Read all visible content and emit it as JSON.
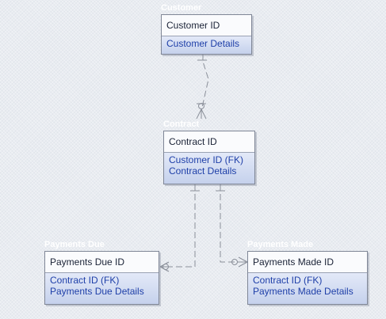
{
  "entities": {
    "customer": {
      "name": "Customer",
      "key": "Customer ID",
      "attributes": [
        "Customer Details"
      ]
    },
    "contract": {
      "name": "Contract",
      "key": "Contract ID",
      "attributes": [
        "Customer ID (FK)",
        "Contract Details"
      ]
    },
    "payments_due": {
      "name": "Payments Due",
      "key": "Payments Due ID",
      "attributes": [
        "Contract ID (FK)",
        "Payments Due Details"
      ]
    },
    "payments_made": {
      "name": "Payments Made",
      "key": "Payments Made ID",
      "attributes": [
        "Contract ID (FK)",
        "Payments Made Details"
      ]
    }
  },
  "colors": {
    "canvas": "#e9ecf1",
    "connector": "#8a8f99",
    "key_text": "#1a2236",
    "attribute_text": "#1e3fa8",
    "attribute_fill_top": "#e3e9f8",
    "attribute_fill_bottom": "#c5d1ec"
  }
}
